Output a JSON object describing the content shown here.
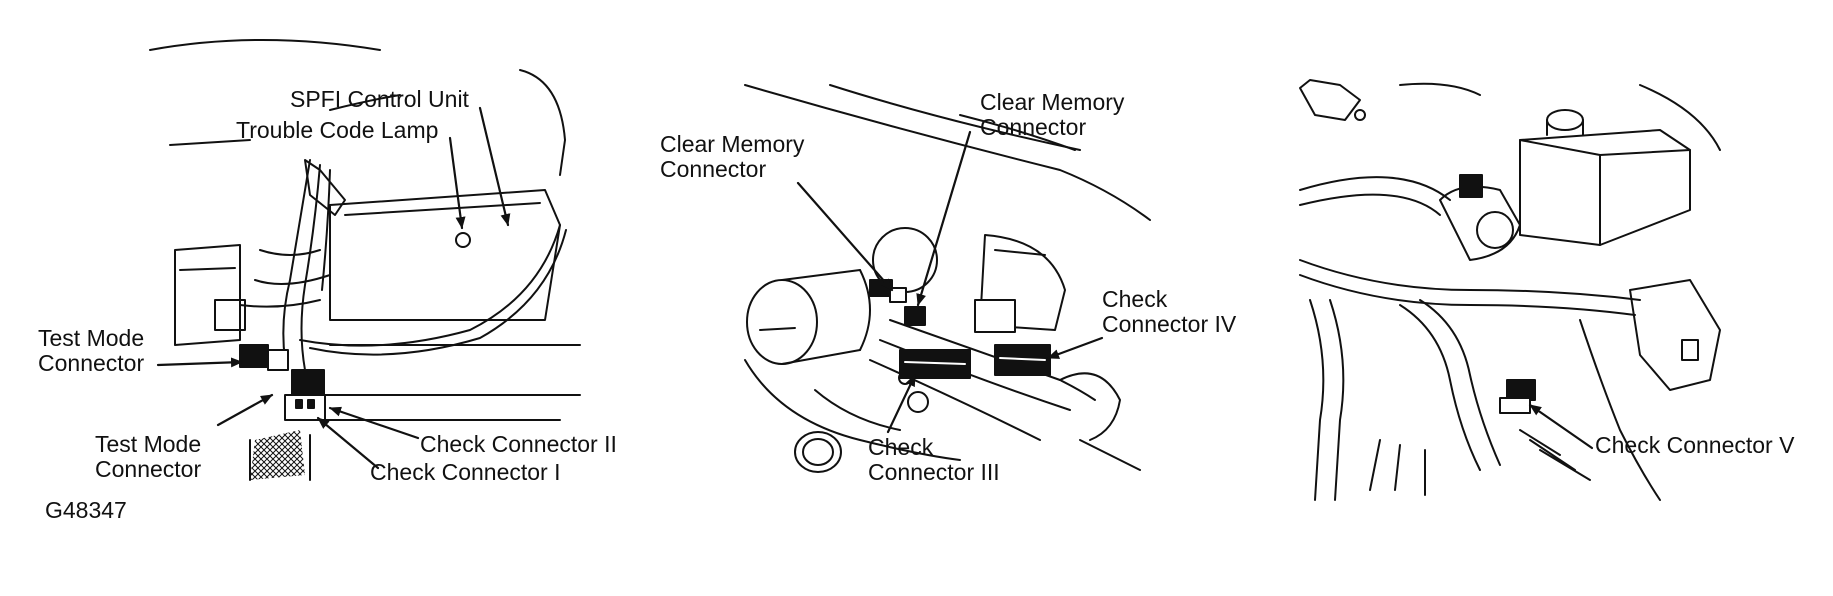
{
  "figure_id": "G48347",
  "panels": [
    {
      "labels": {
        "spfi_control_unit": "SPFI Control Unit",
        "trouble_code_lamp": "Trouble Code Lamp",
        "test_mode_connector_upper_1": "Test Mode",
        "test_mode_connector_upper_2": "Connector",
        "test_mode_connector_lower_1": "Test Mode",
        "test_mode_connector_lower_2": "Connector",
        "check_connector_ii": "Check Connector II",
        "check_connector_i": "Check Connector I"
      }
    },
    {
      "labels": {
        "clear_memory_left_1": "Clear Memory",
        "clear_memory_left_2": "Connector",
        "clear_memory_right_1": "Clear Memory",
        "clear_memory_right_2": "Connector",
        "check_connector_iv_1": "Check",
        "check_connector_iv_2": "Connector IV",
        "check_connector_iii_1": "Check",
        "check_connector_iii_2": "Connector III"
      }
    },
    {
      "labels": {
        "check_connector_v": "Check Connector V"
      }
    }
  ]
}
